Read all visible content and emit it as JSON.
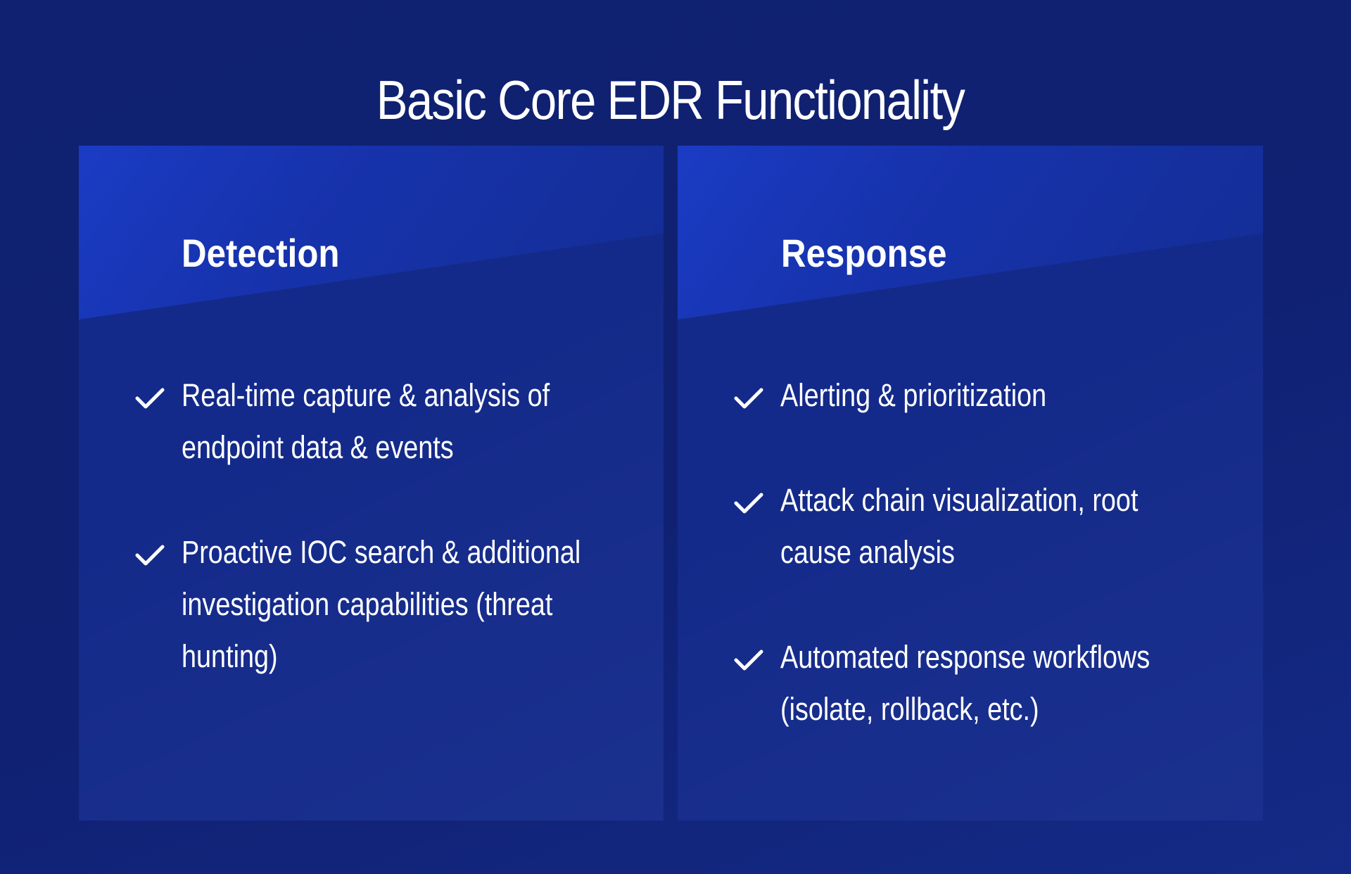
{
  "title": "Basic Core EDR Functionality",
  "cards": [
    {
      "title": "Detection",
      "items": [
        {
          "text": "Real-time capture & analysis of endpoint data & events"
        },
        {
          "text": "Proactive IOC search & additional investigation capabilities (threat hunting)"
        }
      ]
    },
    {
      "title": "Response",
      "items": [
        {
          "text": "Alerting & prioritization"
        },
        {
          "text": "Attack chain visualization, root cause analysis"
        },
        {
          "text": "Automated response workflows (isolate, rollback, etc.)"
        }
      ]
    }
  ],
  "icons": {
    "check": "check-icon"
  },
  "colors": {
    "background": "#0f2170",
    "card": "#142a8a",
    "card_header": "#1a3cc4",
    "text": "#ffffff"
  }
}
